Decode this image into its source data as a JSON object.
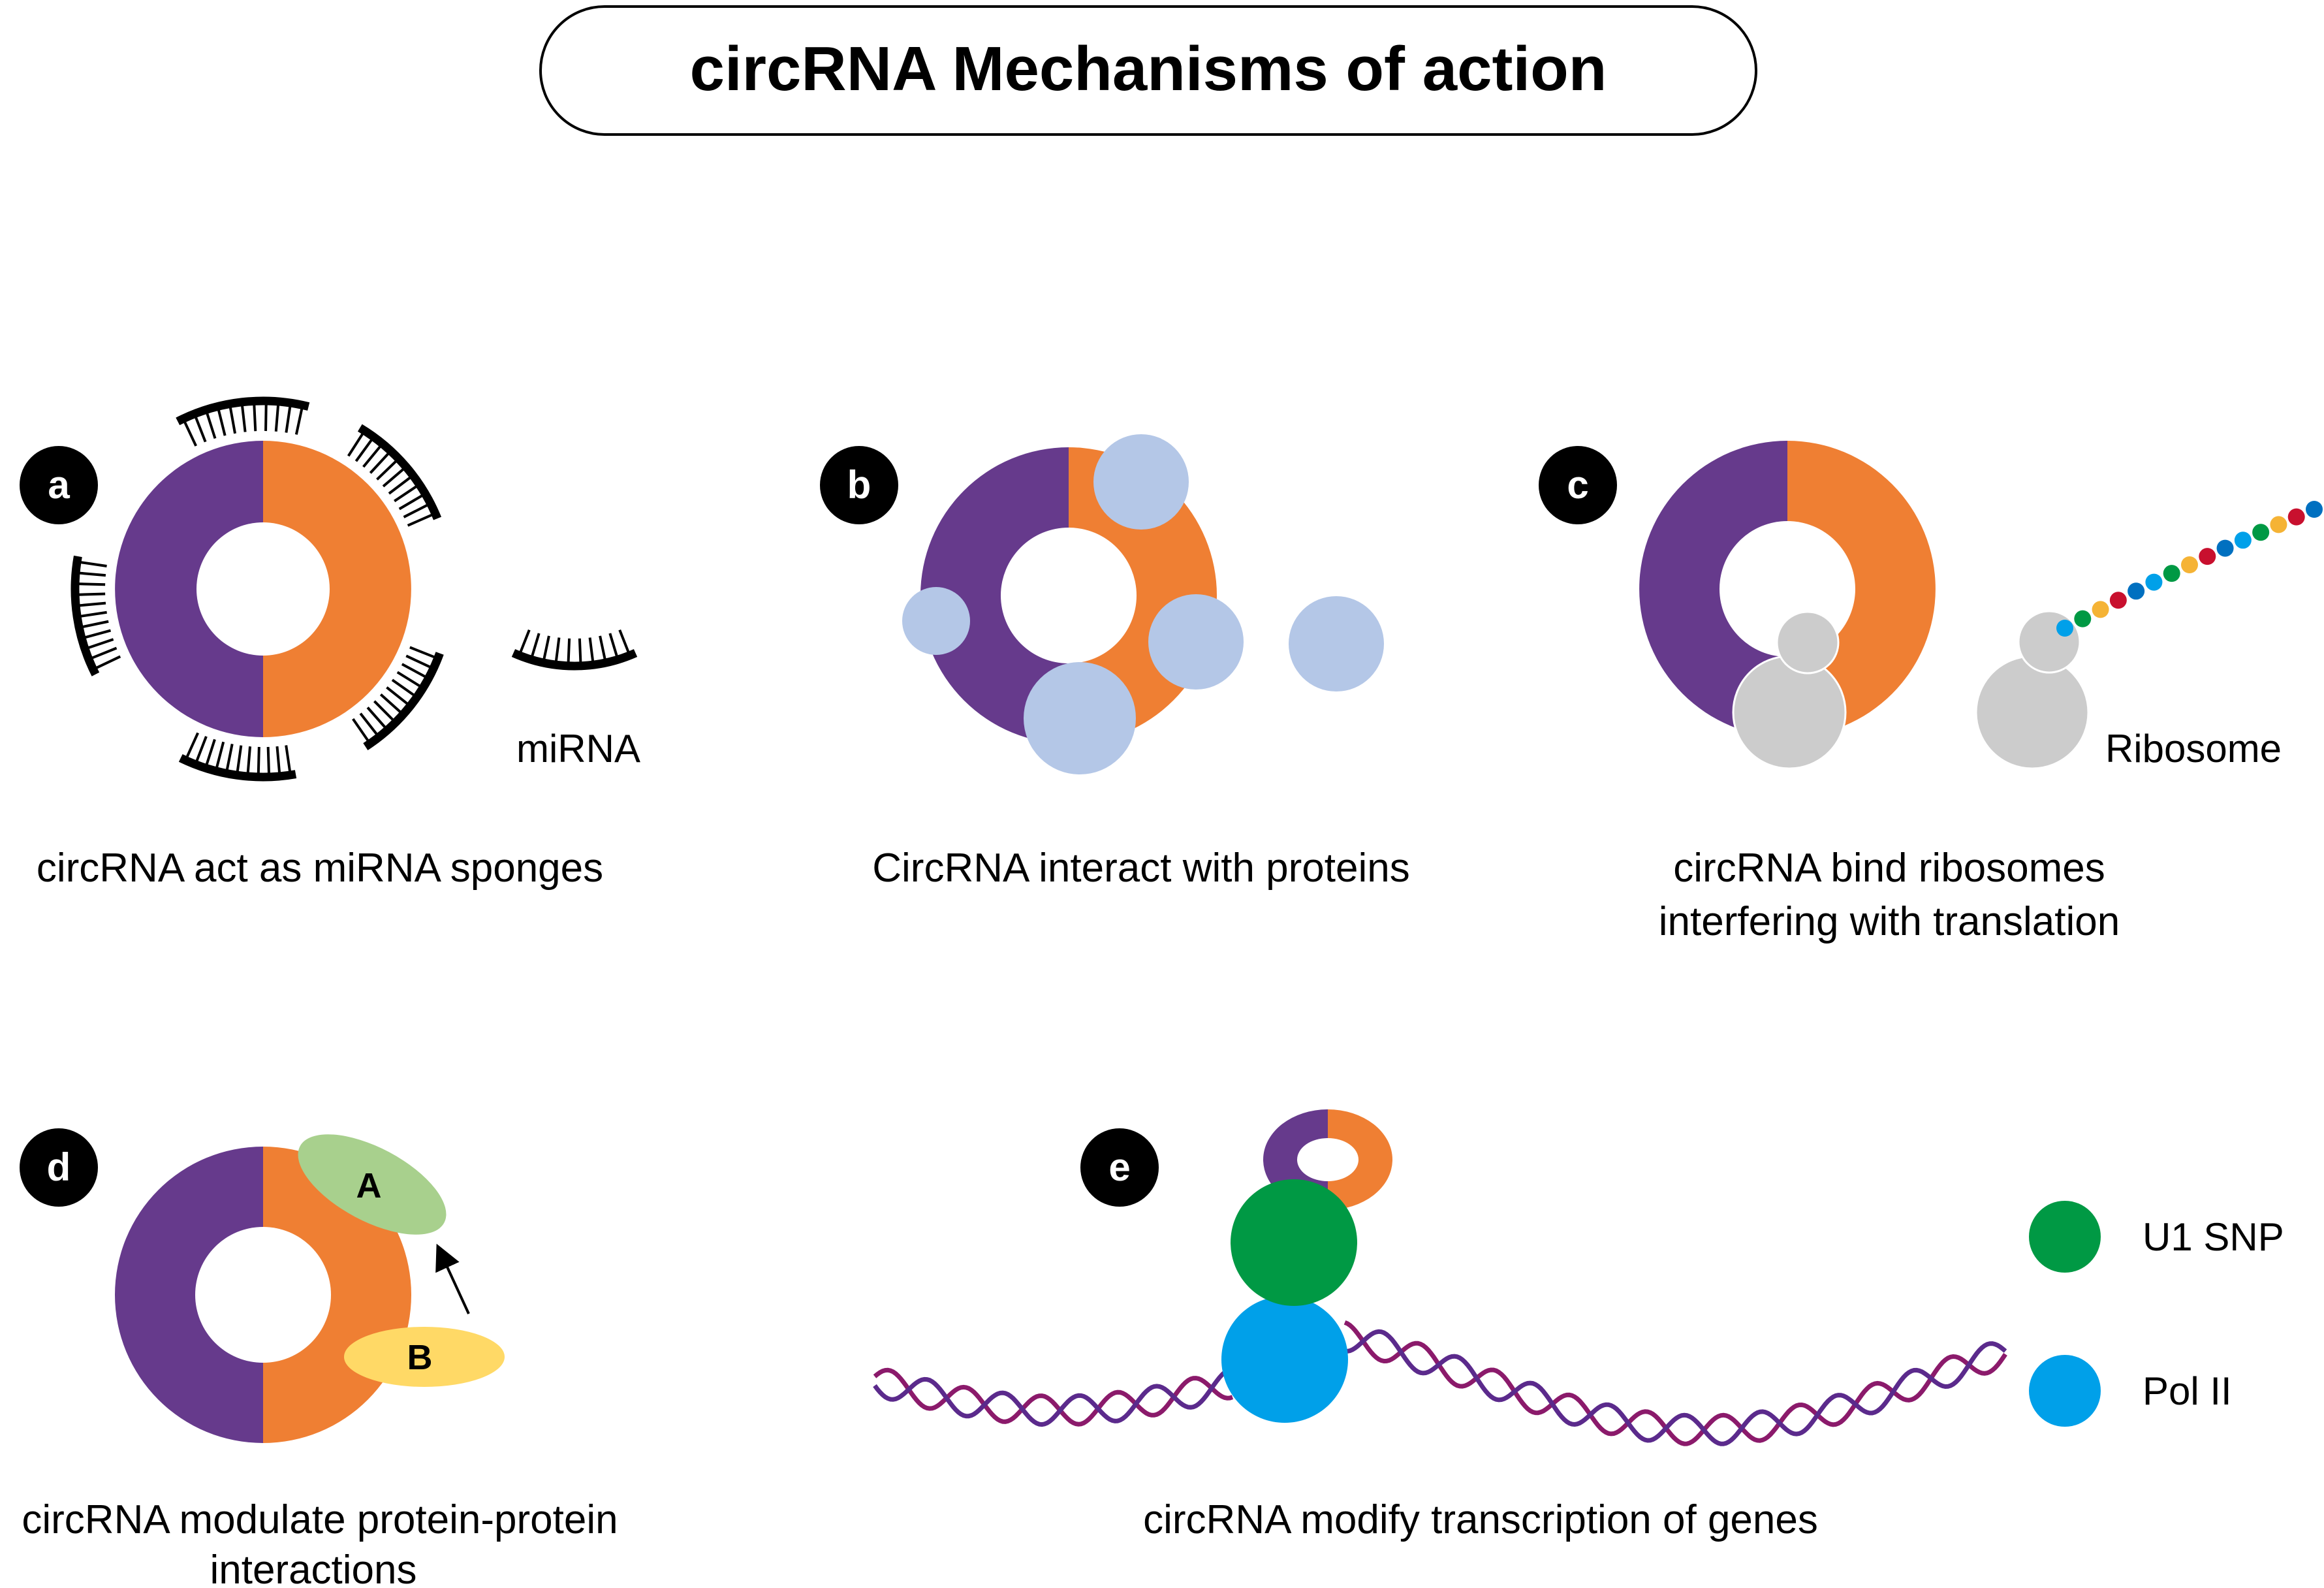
{
  "title": "circRNA Mechanisms of action",
  "colors": {
    "purple": "#663a8c",
    "orange": "#ef7f33",
    "protein": "#b4c7e7",
    "ribosome": "#cccccc",
    "u1": "#009944",
    "pol2": "#00a0e9",
    "protein_a": "#a8d08d",
    "protein_b": "#ffd966",
    "dna_strand1": "#8b1a6b",
    "dna_strand2": "#5b2a8c"
  },
  "panels": {
    "a": {
      "badge": "a",
      "label": "miRNA",
      "caption": "circRNA act as miRNA sponges"
    },
    "b": {
      "badge": "b",
      "caption": "CircRNA interact with proteins"
    },
    "c": {
      "badge": "c",
      "label": "Ribosome",
      "caption_line1": "circRNA bind ribosomes",
      "caption_line2": "interfering with translation"
    },
    "d": {
      "badge": "d",
      "protein_a": "A",
      "protein_b": "B",
      "caption_line1": "circRNA modulate protein-protein",
      "caption_line2": "interactions"
    },
    "e": {
      "badge": "e",
      "caption": "circRNA modify transcription of genes",
      "legend": [
        {
          "label": "U1 SNP",
          "color": "#009944"
        },
        {
          "label": "Pol II",
          "color": "#00a0e9"
        }
      ]
    }
  }
}
